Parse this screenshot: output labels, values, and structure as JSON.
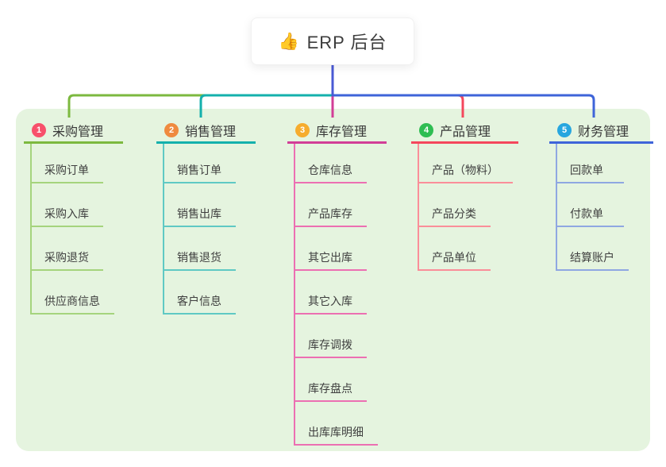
{
  "root": {
    "icon": "👍",
    "title": "ERP 后台",
    "stem_color": "#4A5AD5"
  },
  "canvas": {
    "background": "#E5F4DF"
  },
  "branches": [
    {
      "index": "1",
      "label": "采购管理",
      "color": "#7CB93F",
      "child_color": "#A5D47D",
      "badge_color": "#F8506B",
      "children": [
        "采购订单",
        "采购入库",
        "采购退货",
        "供应商信息"
      ]
    },
    {
      "index": "2",
      "label": "销售管理",
      "color": "#14B0AC",
      "child_color": "#5FC9C4",
      "badge_color": "#EF8A3F",
      "children": [
        "销售订单",
        "销售出库",
        "销售退货",
        "客户信息"
      ]
    },
    {
      "index": "3",
      "label": "库存管理",
      "color": "#D23E97",
      "child_color": "#EC6FB2",
      "badge_color": "#F6AC2E",
      "children": [
        "仓库信息",
        "产品库存",
        "其它出库",
        "其它入库",
        "库存调拨",
        "库存盘点",
        "出库库明细"
      ]
    },
    {
      "index": "4",
      "label": "产品管理",
      "color": "#F4475C",
      "child_color": "#FA8E99",
      "badge_color": "#2EBD52",
      "children": [
        "产品（物料）",
        "产品分类",
        "产品单位"
      ]
    },
    {
      "index": "5",
      "label": "财务管理",
      "color": "#3E64D9",
      "child_color": "#8FA7E2",
      "badge_color": "#27A6DF",
      "children": [
        "回款单",
        "付款单",
        "结算账户"
      ]
    }
  ]
}
